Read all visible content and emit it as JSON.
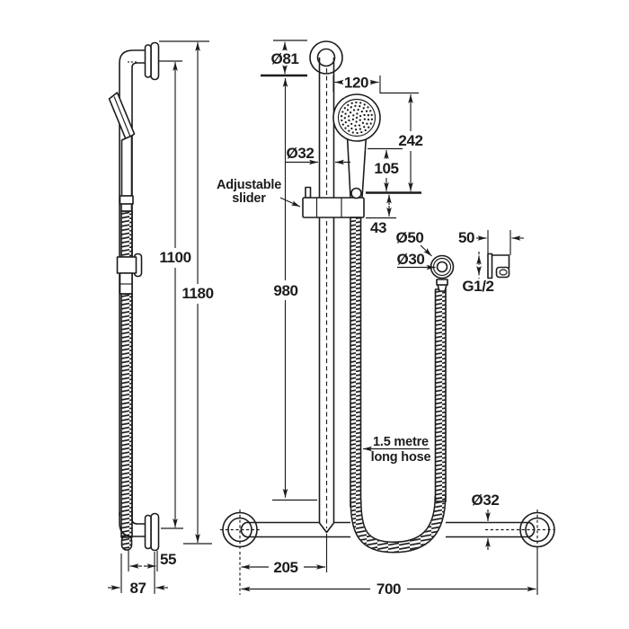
{
  "colors": {
    "ink": "#1c1c1c",
    "bg": "#ffffff"
  },
  "views": {
    "side_view": {
      "dims": {
        "height_inner": "1100",
        "height_overall": "1180",
        "offset_bottom": "55",
        "depth_overall": "87"
      }
    },
    "front_view": {
      "dims": {
        "flange_dia": "Ø81",
        "head_width": "120",
        "head_assembly_height": "242",
        "handle_height": "105",
        "slider_offset": "43",
        "rail_dia": "Ø32",
        "rail_length": "980",
        "outlet_outer_dia": "Ø50",
        "outlet_inner_dia": "Ø30",
        "rail_center_offset": "205",
        "rail_width": "700",
        "bottom_rail_dia": "Ø32"
      },
      "notes": {
        "slider_line1": "Adjustable",
        "slider_line2": "slider",
        "hose_line1": "1.5 metre",
        "hose_line2": "long hose"
      }
    },
    "outlet_detail": {
      "dims": {
        "depth": "50",
        "thread": "G1/2"
      }
    }
  }
}
